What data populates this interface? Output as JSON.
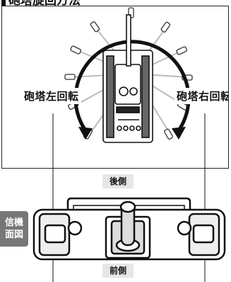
{
  "header": {
    "title": "砲塔旋回方法"
  },
  "top": {
    "left_label": "砲塔左回転",
    "right_label": "砲塔右回転"
  },
  "controller": {
    "back_label": "後側",
    "front_label": "前側",
    "side_tab": "信機\n面図"
  }
}
